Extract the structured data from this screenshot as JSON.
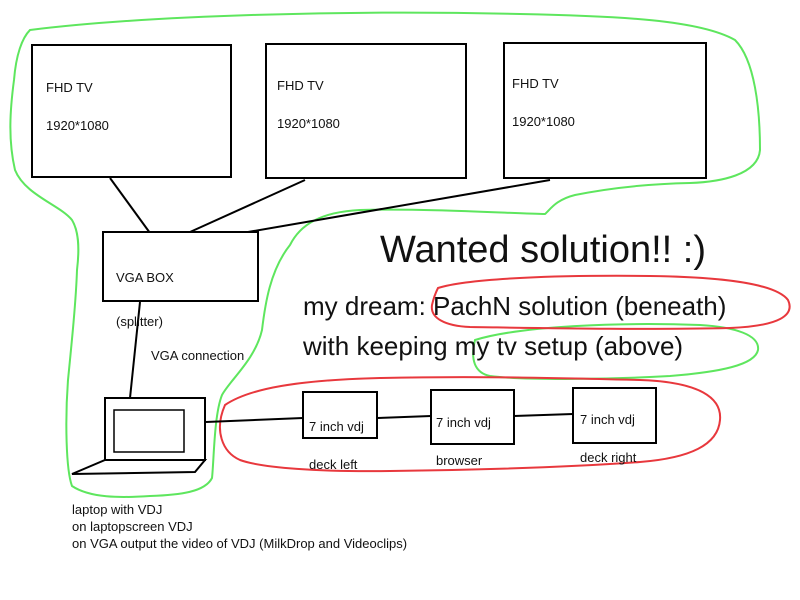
{
  "tvs": [
    {
      "name": "FHD TV",
      "resolution": "1920*1080"
    },
    {
      "name": "FHD TV",
      "resolution": "1920*1080"
    },
    {
      "name": "FHD TV",
      "resolution": "1920*1080"
    }
  ],
  "vga_box": {
    "line1": "VGA BOX",
    "line2": "(splitter)"
  },
  "vga_connection": "VGA connection",
  "title": "Wanted solution!! :)",
  "dream_line1": "my dream: PachN solution (beneath)",
  "dream_line2": "with keeping my tv setup (above)",
  "decks": [
    {
      "line1": "7 inch vdj",
      "line2": "deck left"
    },
    {
      "line1": "7 inch vdj",
      "line2": "browser"
    },
    {
      "line1": "7 inch vdj",
      "line2": "deck right"
    }
  ],
  "laptop_caption": [
    "laptop with VDJ",
    "on laptopscreen VDJ",
    "on VGA output the video of VDJ (MilkDrop and Videoclips)"
  ],
  "colors": {
    "green": "#5ee65e",
    "red": "#e8383d",
    "ink": "#000000"
  }
}
